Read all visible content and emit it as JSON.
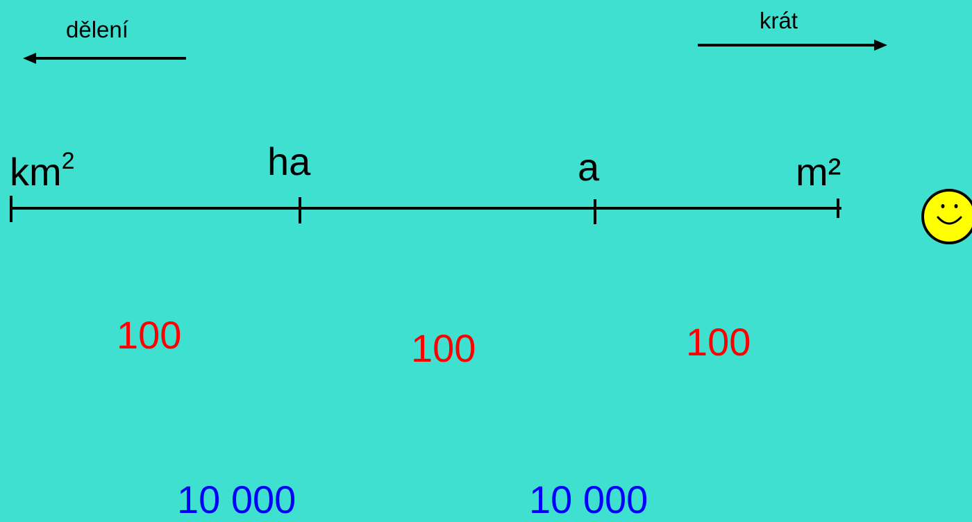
{
  "directions": {
    "left": {
      "label": "dělení"
    },
    "right": {
      "label": "krát"
    }
  },
  "units": [
    {
      "name": "km",
      "exp": "2"
    },
    {
      "name": "ha",
      "exp": ""
    },
    {
      "name": "a",
      "exp": ""
    },
    {
      "name": "m²",
      "exp": ""
    }
  ],
  "factors": {
    "per_step": [
      "100",
      "100",
      "100"
    ],
    "per_two_steps": [
      "10 000",
      "10 000"
    ]
  },
  "decoration": {
    "icon": "smiley-face-icon"
  },
  "colors": {
    "background": "#40E0D0",
    "factor_step": "#FF0000",
    "factor_double": "#0000FF",
    "smiley": "#FFFF00"
  }
}
